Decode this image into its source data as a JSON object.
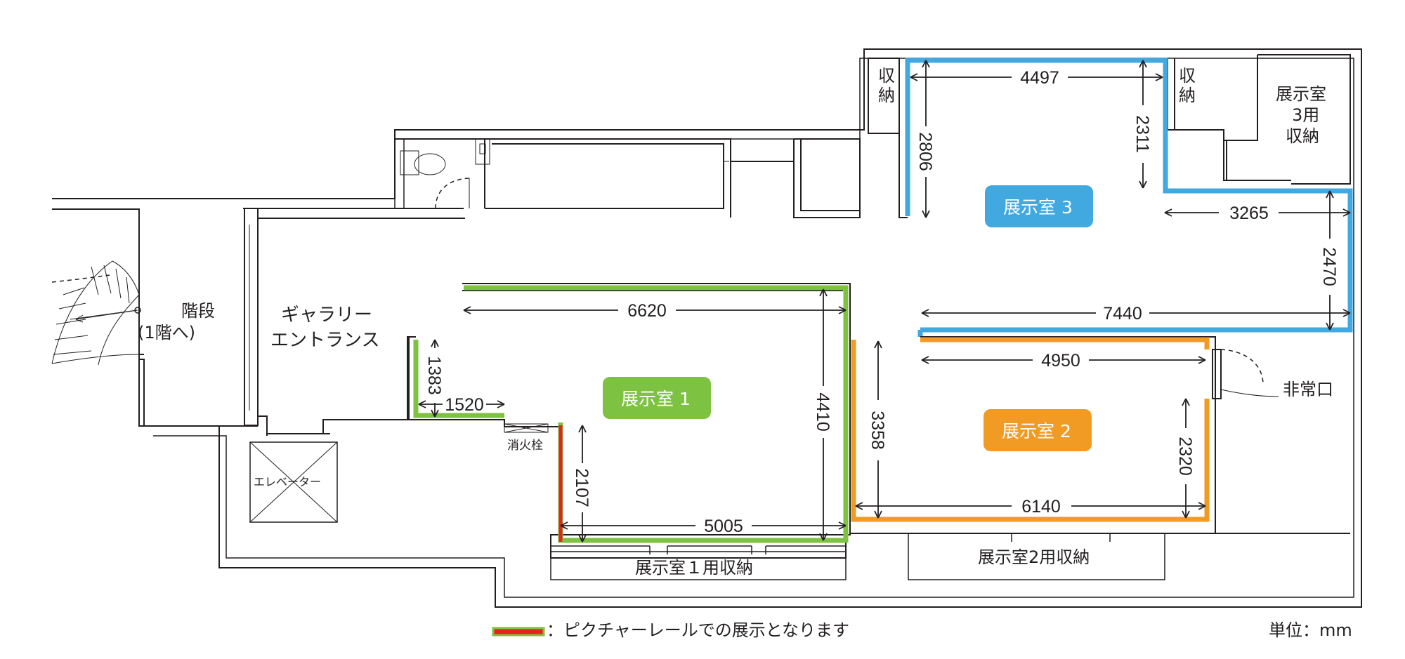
{
  "rooms": {
    "room1": {
      "label": "展示室 1",
      "color": "#7dc241"
    },
    "room2": {
      "label": "展示室 2",
      "color": "#f29b24"
    },
    "room3": {
      "label": "展示室 3",
      "color": "#41a8e0"
    }
  },
  "labels": {
    "stairs": "階段",
    "stairs_sub": "(1階へ)",
    "entrance_1": "ギャラリー",
    "entrance_2": "エントランス",
    "elevator": "エレベーター",
    "hydrant": "消火栓",
    "emergency_exit": "非常口",
    "storage_left_1": "収",
    "storage_left_2": "納",
    "storage_mid_1": "収",
    "storage_mid_2": "納",
    "storage3_1": "展示室",
    "storage3_2": "3用",
    "storage3_3": "収納",
    "storage_room1": "展示室１用収納",
    "storage_room2": "展示室2用収納"
  },
  "legend": {
    "text": "：ピクチャーレールでの展示となります",
    "swatch_color": "#e8231c",
    "swatch_border": "#7dc241"
  },
  "unit": "単位：mm",
  "dimensions": {
    "room3_top": "4497",
    "room3_left": "2806",
    "room3_mid": "2311",
    "room3_right_top": "3265",
    "room3_right": "2470",
    "room3_bottom": "7440",
    "room1_top": "6620",
    "room1_right": "4410",
    "room1_alcove_h": "1383",
    "room1_alcove_w": "1520",
    "room1_rail": "2107",
    "room1_bottom": "5005",
    "room2_top": "4950",
    "room2_left": "3358",
    "room2_right": "2320",
    "room2_bottom": "6140"
  }
}
